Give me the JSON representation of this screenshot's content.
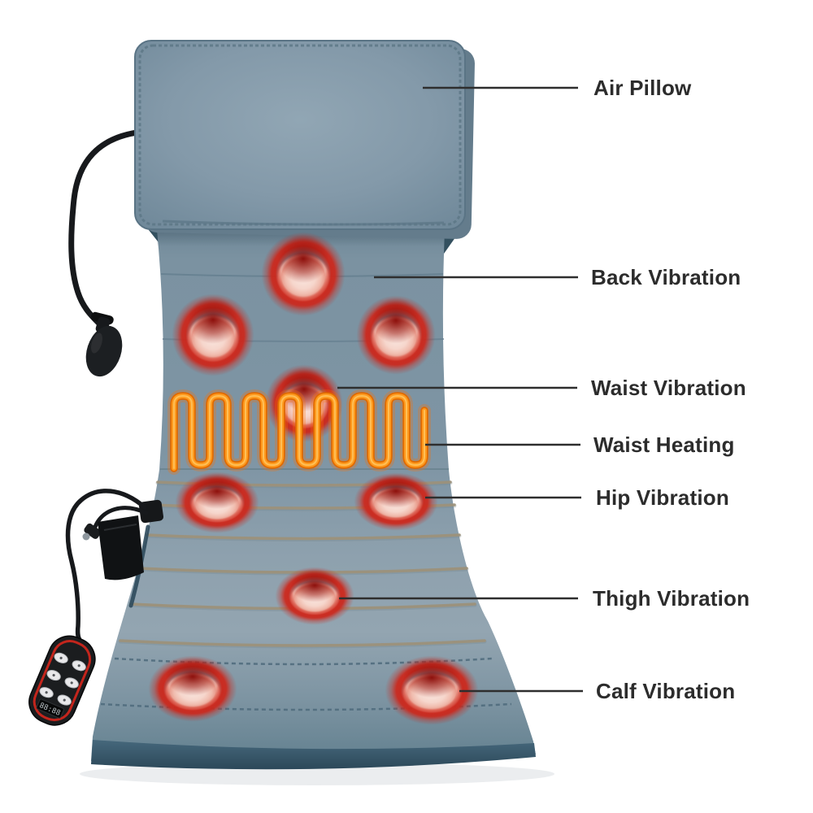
{
  "figure": {
    "kind": "product-feature-diagram",
    "product": "full-body massage mat with air pillow, vibration motors and waist heating"
  },
  "callouts": [
    {
      "id": "air-pillow",
      "label": "Air Pillow"
    },
    {
      "id": "back-vibration",
      "label": "Back Vibration"
    },
    {
      "id": "waist-vibration",
      "label": "Waist Vibration"
    },
    {
      "id": "waist-heating",
      "label": "Waist Heating"
    },
    {
      "id": "hip-vibration",
      "label": "Hip Vibration"
    },
    {
      "id": "thigh-vibration",
      "label": "Thigh Vibration"
    },
    {
      "id": "calf-vibration",
      "label": "Calf Vibration"
    }
  ],
  "remote": {
    "display_text": "88:88"
  },
  "colors": {
    "mat_blue": "#8298a8",
    "mat_bottom": "#5d7b8d",
    "seam_tan": "#9d9179",
    "heating_orange": "#ff9a1e",
    "motor_red": "#d12a1e",
    "leader_line": "#2e2e2e",
    "label_text": "#2c2c2c",
    "remote_red": "#c3251c"
  }
}
